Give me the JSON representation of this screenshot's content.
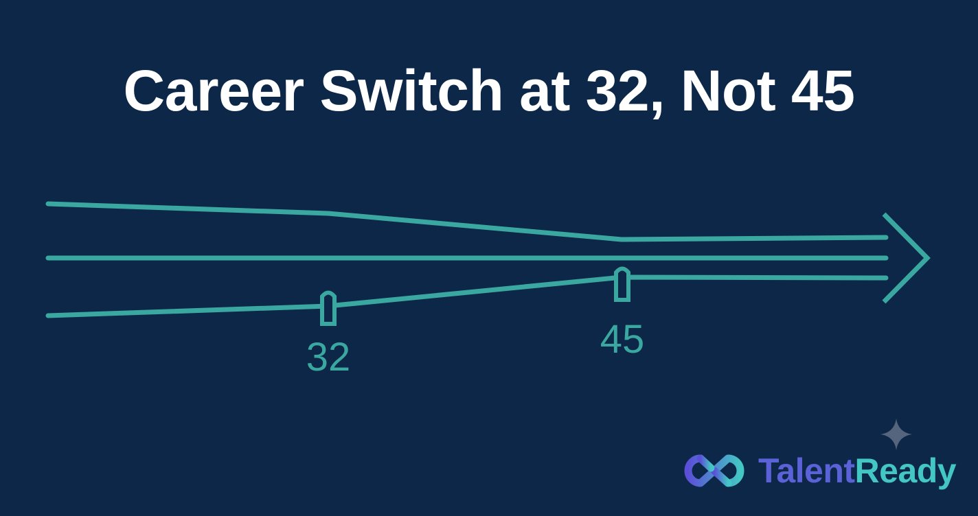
{
  "title": "Career Switch at 32, Not 45",
  "milestones": [
    {
      "label": "32"
    },
    {
      "label": "45"
    }
  ],
  "brand": {
    "name_part1": "Talent",
    "name_part2": "Ready"
  },
  "icons": {
    "logo": "infinity-link-logo-icon",
    "sparkle": "sparkle-icon",
    "arrow": "arrow-head-icon"
  },
  "colors": {
    "background": "#0c2747",
    "line": "#3aa7a0",
    "title": "#ffffff",
    "brand_purple": "#5b61d6",
    "brand_teal": "#43c6c4"
  }
}
